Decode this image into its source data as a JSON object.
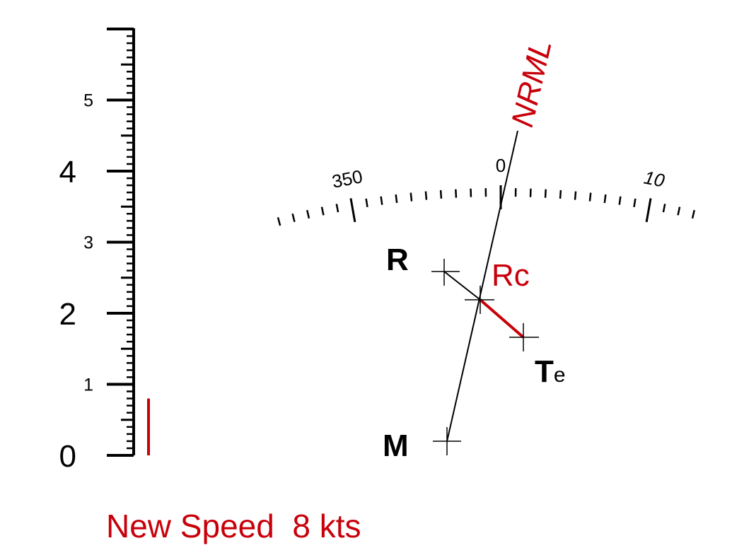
{
  "colors": {
    "accent": "#c8000a",
    "ink": "#000000"
  },
  "scale": {
    "labels": [
      {
        "value": 0,
        "text": "0",
        "size": "large"
      },
      {
        "value": 1,
        "text": "1",
        "size": "small"
      },
      {
        "value": 2,
        "text": "2",
        "size": "large"
      },
      {
        "value": 3,
        "text": "3",
        "size": "small"
      },
      {
        "value": 4,
        "text": "4",
        "size": "large"
      },
      {
        "value": 5,
        "text": "5",
        "size": "small"
      }
    ],
    "max": 6,
    "marker_value": 0.8
  },
  "compass": {
    "labels": [
      {
        "deg": -10,
        "text": "350"
      },
      {
        "deg": 0,
        "text": "0"
      },
      {
        "deg": 10,
        "text": "10"
      }
    ],
    "range": [
      -15,
      13
    ]
  },
  "points": {
    "R": "R",
    "Rc": "Rc",
    "T": "T",
    "T_sub": "e",
    "M": "M"
  },
  "nrml_label": "NRML",
  "footer": "New Speed  8 kts"
}
